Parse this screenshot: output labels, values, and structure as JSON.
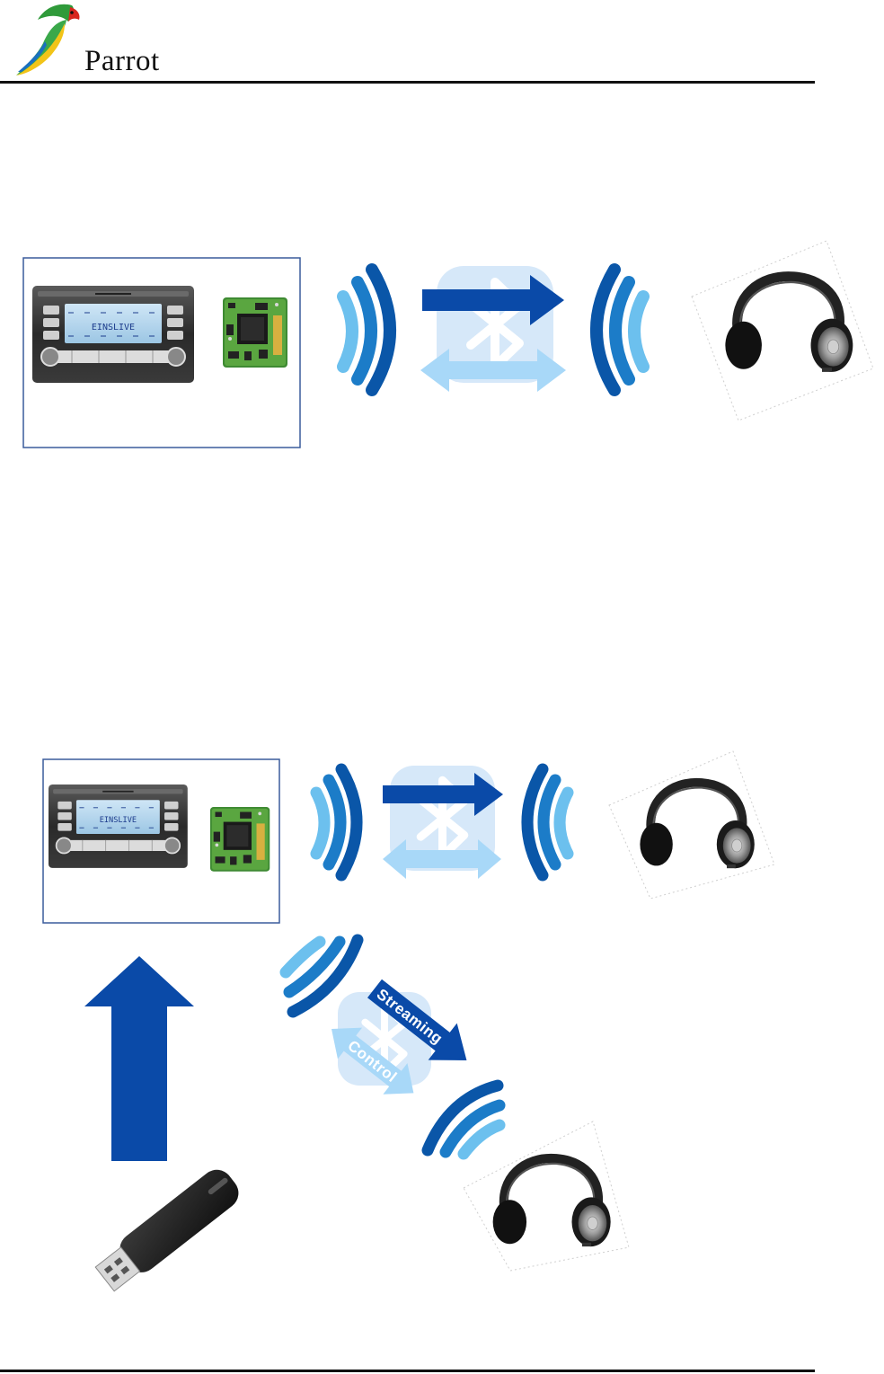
{
  "header": {
    "brand": "Parrot",
    "brand_color": "#111111",
    "logo_icon": "parrot-bird-logo"
  },
  "figure_top": {
    "radio_display": "EINSLIVE",
    "icons": [
      "car-radio-icon",
      "bluetooth-module-icon",
      "signal-waves-icon",
      "bluetooth-icon",
      "headphones-icon"
    ]
  },
  "figure_bottom": {
    "radio_display": "EINSLIVE",
    "streaming_label": "Streaming",
    "control_label": "Control",
    "icons": [
      "car-radio-icon",
      "bluetooth-module-icon",
      "signal-waves-icon",
      "bluetooth-icon",
      "headphones-icon",
      "usb-dongle-icon",
      "up-arrow-icon"
    ]
  },
  "colors": {
    "dark_blue": "#0a4aa8",
    "mid_blue": "#1c7cc8",
    "light_blue": "#6cc0ee",
    "pale_blue": "#a8d8f8",
    "box_border": "#3a5c9c"
  }
}
